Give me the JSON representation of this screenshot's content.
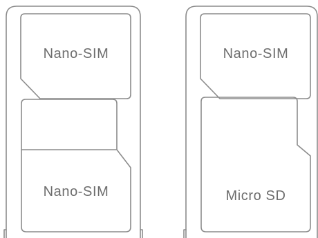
{
  "trays": [
    {
      "name": "dual-nano-sim-tray",
      "slots": [
        {
          "id": "top",
          "label": "Nano-SIM"
        },
        {
          "id": "bottom",
          "label": "Nano-SIM"
        }
      ]
    },
    {
      "name": "nano-sim-microsd-tray",
      "slots": [
        {
          "id": "top",
          "label": "Nano-SIM"
        },
        {
          "id": "bottom",
          "label": "Micro SD"
        }
      ]
    }
  ]
}
